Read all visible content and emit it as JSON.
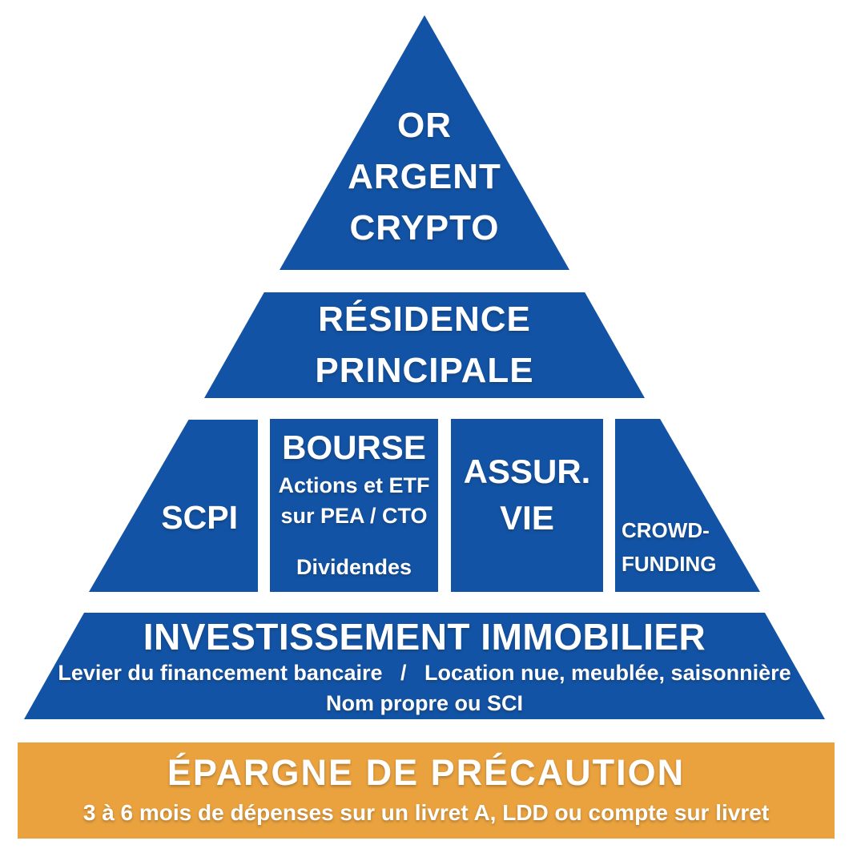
{
  "colors": {
    "blue": "#1253A5",
    "orange": "#EAA23E",
    "text": "#FFFFFF"
  },
  "pyramid": {
    "top": {
      "lines": [
        "OR",
        "ARGENT",
        "CRYPTO"
      ]
    },
    "row2": {
      "lines": [
        "RÉSIDENCE",
        "PRINCIPALE"
      ]
    },
    "row3": {
      "scpi": {
        "label": "SCPI"
      },
      "bourse": {
        "title": "BOURSE",
        "line1": "Actions et ETF",
        "line2": "sur PEA / CTO",
        "line3": "Dividendes"
      },
      "assurance_vie": {
        "line1": "ASSUR.",
        "line2": "VIE"
      },
      "crowdfunding": {
        "line1": "CROWD-",
        "line2": "FUNDING"
      }
    },
    "row4": {
      "title": "INVESTISSEMENT IMMOBILIER",
      "line1": "Levier du financement bancaire   /   Location nue, meublée, saisonnière",
      "line2": "Nom propre ou SCI"
    },
    "base": {
      "title": "ÉPARGNE DE PRÉCAUTION",
      "line1": "3 à 6 mois de dépenses sur un livret A, LDD ou compte sur livret"
    }
  }
}
